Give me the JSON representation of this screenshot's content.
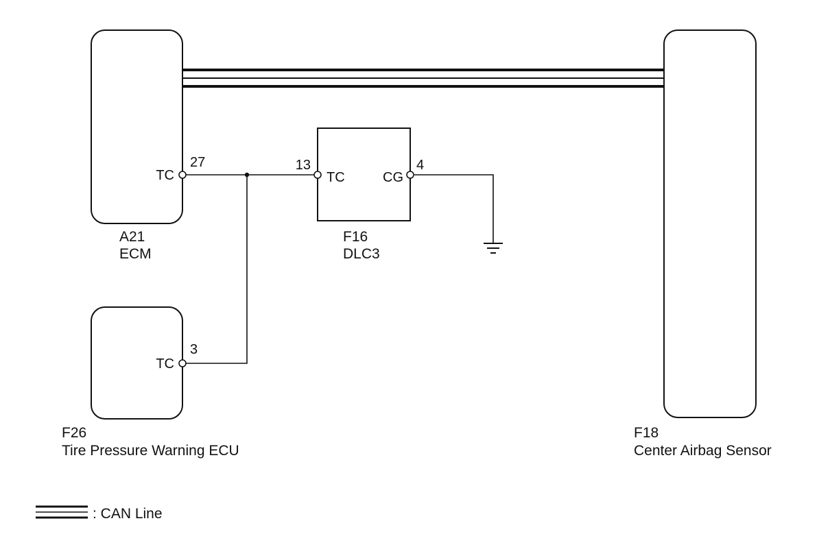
{
  "components": {
    "ecm": {
      "code": "A21",
      "name": "ECM",
      "pin_name": "TC",
      "pin_number": "27"
    },
    "dlc3": {
      "code": "F16",
      "name": "DLC3",
      "tc_pin_name": "TC",
      "tc_pin_number": "13",
      "cg_pin_name": "CG",
      "cg_pin_number": "4"
    },
    "tpw_ecu": {
      "code": "F26",
      "name": "Tire Pressure Warning ECU",
      "pin_name": "TC",
      "pin_number": "3"
    },
    "airbag_sensor": {
      "code": "F18",
      "name": "Center Airbag Sensor"
    }
  },
  "legend": {
    "can_line_label": ": CAN Line"
  },
  "colors": {
    "line": "#111111",
    "background": "#ffffff"
  }
}
